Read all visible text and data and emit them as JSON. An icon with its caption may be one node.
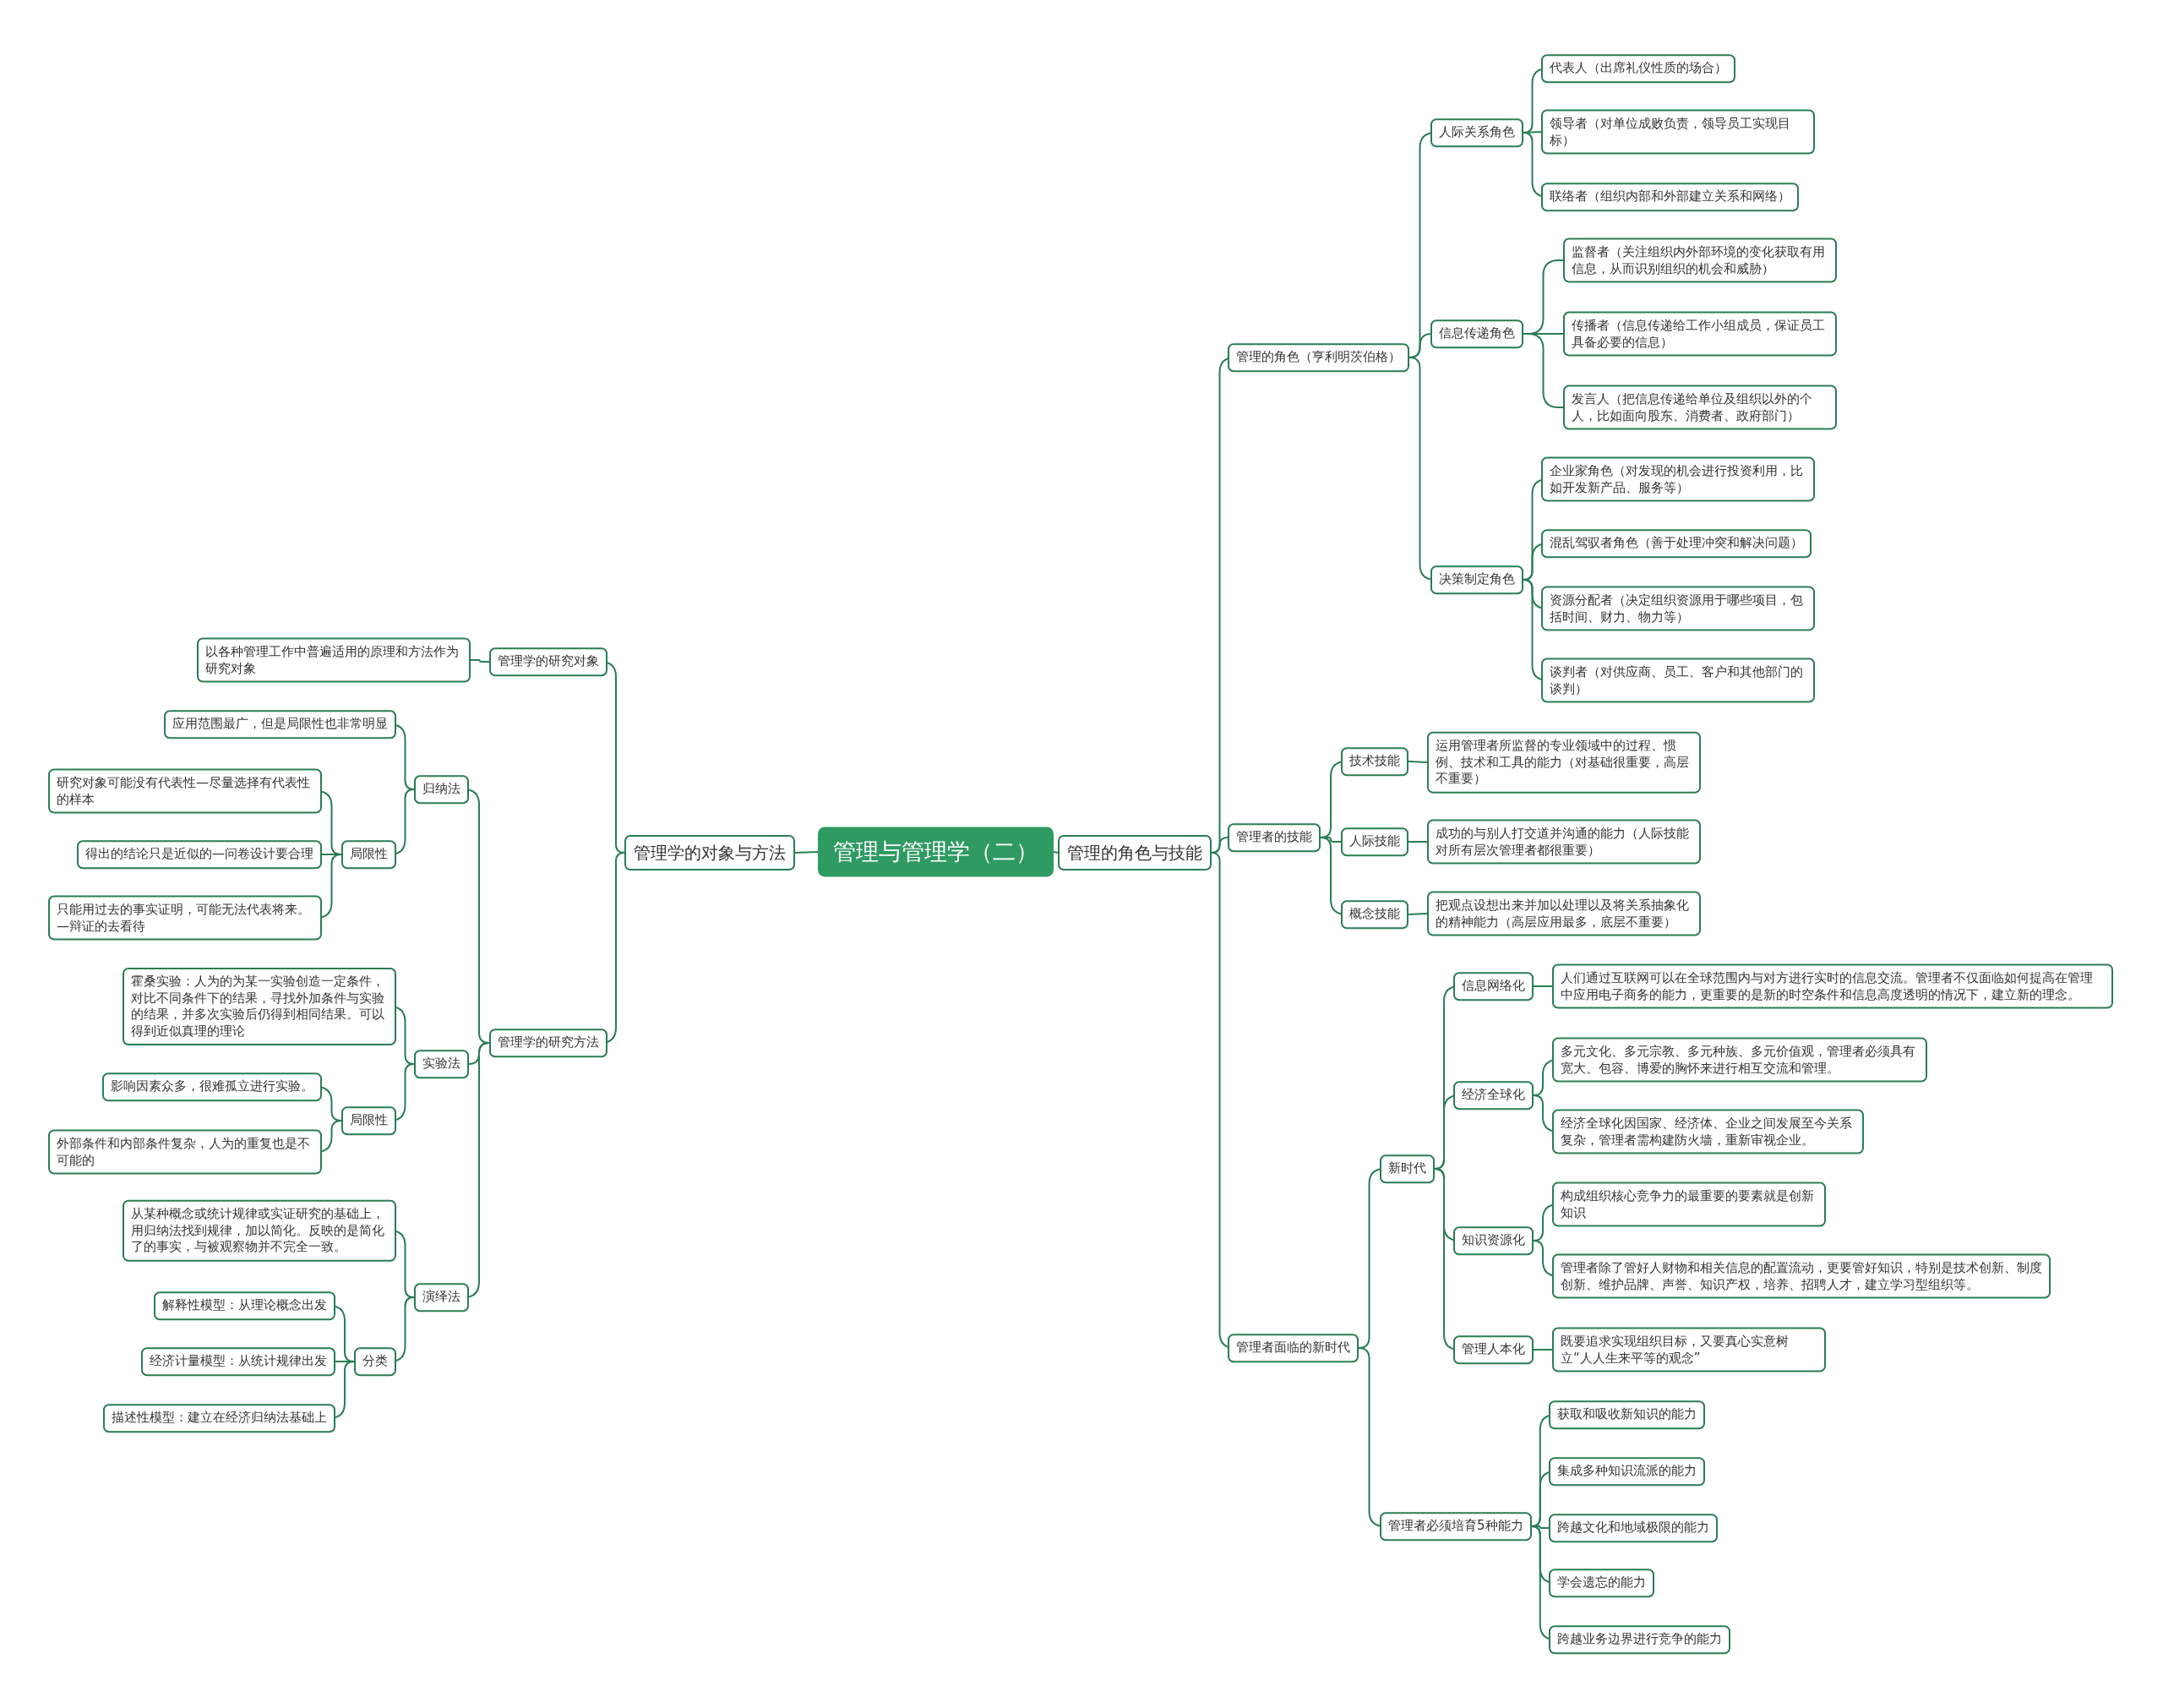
{
  "diagram": {
    "nodes": [
      {
        "text": [
          "管理与管理学（二）"
        ]
      },
      {
        "text": [
          "管理的角色与技能"
        ]
      },
      {
        "text": [
          "管理学的对象与方法"
        ]
      },
      {
        "text": [
          "管理的角色（亨利明茨伯格）"
        ]
      },
      {
        "text": [
          "人际关系角色"
        ]
      },
      {
        "text": [
          "代表人（出席礼仪性质的场合）"
        ]
      },
      {
        "text": [
          "领导者（对单位成败负责，领导员工实现目标）"
        ]
      },
      {
        "text": [
          "联络者（组织内部和外部建立关系和网络）"
        ]
      },
      {
        "text": [
          "信息传递角色"
        ]
      },
      {
        "text": [
          "监督者（关注组织内外部环境的变化获取有用信息，从而识别组织的机会和威胁）"
        ]
      },
      {
        "text": [
          "传播者（信息传递给工作小组成员，保证员工具备必要的信息）"
        ]
      },
      {
        "text": [
          "发言人（把信息传递给单位及组织以外的个人，比如面向股东、消费者、政府部门）"
        ]
      },
      {
        "text": [
          "决策制定角色"
        ]
      },
      {
        "text": [
          "企业家角色（对发现的机会进行投资利用，比如开发新产品、服务等）"
        ]
      },
      {
        "text": [
          "混乱驾驭者角色（善于处理冲突和解决问题）"
        ]
      },
      {
        "text": [
          "资源分配者（决定组织资源用于哪些项目，包括时间、财力、物力等）"
        ]
      },
      {
        "text": [
          "谈判者（对供应商、员工、客户和其他部门的谈判）"
        ]
      },
      {
        "text": [
          "管理者的技能"
        ]
      },
      {
        "text": [
          "技术技能"
        ]
      },
      {
        "text": [
          "运用管理者所监督的专业领域中的过程、惯例、技术和工具的能力（对基础很重要，高层不重要）"
        ]
      },
      {
        "text": [
          "人际技能"
        ]
      },
      {
        "text": [
          "成功的与别人打交道并沟通的能力（人际技能对所有层次管理者都很重要）"
        ]
      },
      {
        "text": [
          "概念技能"
        ]
      },
      {
        "text": [
          "把观点设想出来并加以处理以及将关系抽象化的精神能力（高层应用最多，底层不重要）"
        ]
      },
      {
        "text": [
          "管理者面临的新时代"
        ]
      },
      {
        "text": [
          "新时代"
        ]
      },
      {
        "text": [
          "信息网络化"
        ]
      },
      {
        "text": [
          "人们通过互联网可以在全球范围内与对方进行实时的信息交流。管理者不仅面临如何提高在管理中应用电子商务的能力，更重要的是新的时空条件和信息高度透明的情况下，建立新的理念。"
        ]
      },
      {
        "text": [
          "经济全球化"
        ]
      },
      {
        "text": [
          "多元文化、多元宗教、多元种族、多元价值观，管理者必须具有宽大、包容、博爱的胸怀来进行相互交流和管理。"
        ]
      },
      {
        "text": [
          "经济全球化因国家、经济体、企业之间发展至今关系复杂，管理者需构建防火墙，重新审视企业。"
        ]
      },
      {
        "text": [
          "知识资源化"
        ]
      },
      {
        "text": [
          "构成组织核心竞争力的最重要的要素就是创新知识"
        ]
      },
      {
        "text": [
          "管理者除了管好人财物和相关信息的配置流动，更要管好知识，特别是技术创新、制度创新、维护品牌、声誉、知识产权，培养、招聘人才，建立学习型组织等。"
        ]
      },
      {
        "text": [
          "管理人本化"
        ]
      },
      {
        "text": [
          "既要追求实现组织目标，又要真心实意树立“人人生来平等的观念”"
        ]
      },
      {
        "text": [
          "管理者必须培育5种能力"
        ]
      },
      {
        "text": [
          "获取和吸收新知识的能力"
        ]
      },
      {
        "text": [
          "集成多种知识流派的能力"
        ]
      },
      {
        "text": [
          "跨越文化和地域极限的能力"
        ]
      },
      {
        "text": [
          "学会遗忘的能力"
        ]
      },
      {
        "text": [
          "跨越业务边界进行竞争的能力"
        ]
      },
      {
        "text": [
          "管理学的研究对象"
        ]
      },
      {
        "text": [
          "以各种管理工作中普遍适用的原理和方法作为研究对象"
        ]
      },
      {
        "text": [
          "管理学的研究方法"
        ]
      },
      {
        "text": [
          "归纳法"
        ]
      },
      {
        "text": [
          "应用范围最广，但是局限性也非常明显"
        ]
      },
      {
        "text": [
          "局限性"
        ]
      },
      {
        "text": [
          "研究对象可能没有代表性—尽量选择有代表性的样本"
        ]
      },
      {
        "text": [
          "得出的结论只是近似的—问卷设计要合理"
        ]
      },
      {
        "text": [
          "只能用过去的事实证明，可能无法代表将来。—辩证的去看待"
        ]
      },
      {
        "text": [
          "实验法"
        ]
      },
      {
        "text": [
          "霍桑实验：人为的为某一实验创造一定条件，对比不同条件下的结果，寻找外加条件与实验的结果，并多次实验后仍得到相同结果。可以得到近似真理的理论"
        ]
      },
      {
        "text": [
          "局限性"
        ]
      },
      {
        "text": [
          "影响因素众多，很难孤立进行实验。"
        ]
      },
      {
        "text": [
          "外部条件和内部条件复杂，人为的重复也是不可能的"
        ]
      },
      {
        "text": [
          "演绎法"
        ]
      },
      {
        "text": [
          "从某种概念或统计规律或实证研究的基础上，用归纳法找到规律，加以简化。反映的是简化了的事实，与被观察物并不完全一致。"
        ]
      },
      {
        "text": [
          "分类"
        ]
      },
      {
        "text": [
          "解释性模型：从理论概念出发"
        ]
      },
      {
        "text": [
          "经济计量模型：从统计规律出发"
        ]
      },
      {
        "text": [
          "描述性模型：建立在经济归纳法基础上"
        ]
      }
    ],
    "edges": [
      {
        "from": 0,
        "to": 1,
        "arrow": "none"
      },
      {
        "from": 0,
        "to": 2,
        "arrow": "none"
      },
      {
        "from": 1,
        "to": 3,
        "arrow": "none"
      },
      {
        "from": 3,
        "to": 4,
        "arrow": "none"
      },
      {
        "from": 4,
        "to": 5,
        "arrow": "none"
      },
      {
        "from": 4,
        "to": 6,
        "arrow": "none"
      },
      {
        "from": 4,
        "to": 7,
        "arrow": "none"
      },
      {
        "from": 3,
        "to": 8,
        "arrow": "none"
      },
      {
        "from": 8,
        "to": 9,
        "arrow": "none"
      },
      {
        "from": 8,
        "to": 10,
        "arrow": "none"
      },
      {
        "from": 8,
        "to": 11,
        "arrow": "none"
      },
      {
        "from": 3,
        "to": 12,
        "arrow": "none"
      },
      {
        "from": 12,
        "to": 13,
        "arrow": "none"
      },
      {
        "from": 12,
        "to": 14,
        "arrow": "none"
      },
      {
        "from": 12,
        "to": 15,
        "arrow": "none"
      },
      {
        "from": 12,
        "to": 16,
        "arrow": "none"
      },
      {
        "from": 1,
        "to": 17,
        "arrow": "none"
      },
      {
        "from": 17,
        "to": 18,
        "arrow": "none"
      },
      {
        "from": 18,
        "to": 19,
        "arrow": "none"
      },
      {
        "from": 17,
        "to": 20,
        "arrow": "none"
      },
      {
        "from": 20,
        "to": 21,
        "arrow": "none"
      },
      {
        "from": 17,
        "to": 22,
        "arrow": "none"
      },
      {
        "from": 22,
        "to": 23,
        "arrow": "none"
      },
      {
        "from": 1,
        "to": 24,
        "arrow": "none"
      },
      {
        "from": 24,
        "to": 25,
        "arrow": "none"
      },
      {
        "from": 25,
        "to": 26,
        "arrow": "none"
      },
      {
        "from": 26,
        "to": 27,
        "arrow": "none"
      },
      {
        "from": 25,
        "to": 28,
        "arrow": "none"
      },
      {
        "from": 28,
        "to": 29,
        "arrow": "none"
      },
      {
        "from": 28,
        "to": 30,
        "arrow": "none"
      },
      {
        "from": 25,
        "to": 31,
        "arrow": "none"
      },
      {
        "from": 31,
        "to": 32,
        "arrow": "none"
      },
      {
        "from": 31,
        "to": 33,
        "arrow": "none"
      },
      {
        "from": 25,
        "to": 34,
        "arrow": "none"
      },
      {
        "from": 34,
        "to": 35,
        "arrow": "none"
      },
      {
        "from": 24,
        "to": 36,
        "arrow": "none"
      },
      {
        "from": 36,
        "to": 37,
        "arrow": "none"
      },
      {
        "from": 36,
        "to": 38,
        "arrow": "none"
      },
      {
        "from": 36,
        "to": 39,
        "arrow": "none"
      },
      {
        "from": 36,
        "to": 40,
        "arrow": "none"
      },
      {
        "from": 36,
        "to": 41,
        "arrow": "none"
      },
      {
        "from": 2,
        "to": 42,
        "arrow": "none"
      },
      {
        "from": 42,
        "to": 43,
        "arrow": "none"
      },
      {
        "from": 2,
        "to": 44,
        "arrow": "none"
      },
      {
        "from": 44,
        "to": 45,
        "arrow": "none"
      },
      {
        "from": 45,
        "to": 46,
        "arrow": "none"
      },
      {
        "from": 45,
        "to": 47,
        "arrow": "none"
      },
      {
        "from": 47,
        "to": 48,
        "arrow": "none"
      },
      {
        "from": 47,
        "to": 49,
        "arrow": "none"
      },
      {
        "from": 47,
        "to": 50,
        "arrow": "none"
      },
      {
        "from": 44,
        "to": 51,
        "arrow": "none"
      },
      {
        "from": 51,
        "to": 52,
        "arrow": "none"
      },
      {
        "from": 51,
        "to": 53,
        "arrow": "none"
      },
      {
        "from": 53,
        "to": 54,
        "arrow": "none"
      },
      {
        "from": 53,
        "to": 55,
        "arrow": "none"
      },
      {
        "from": 44,
        "to": 56,
        "arrow": "none"
      },
      {
        "from": 56,
        "to": 57,
        "arrow": "none"
      },
      {
        "from": 56,
        "to": 58,
        "arrow": "none"
      },
      {
        "from": 58,
        "to": 59,
        "arrow": "none"
      },
      {
        "from": 58,
        "to": 60,
        "arrow": "none"
      },
      {
        "from": 58,
        "to": 61,
        "arrow": "none"
      }
    ]
  }
}
